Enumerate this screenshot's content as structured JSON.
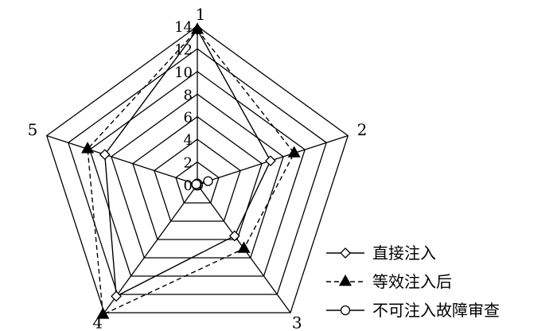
{
  "chart_data": {
    "type": "radar",
    "axes": [
      "1",
      "2",
      "3",
      "4",
      "5"
    ],
    "rlim": [
      0,
      14
    ],
    "ticks": [
      0,
      2,
      4,
      6,
      8,
      10,
      12,
      14
    ],
    "tick_labels": [
      "0",
      "2",
      "4",
      "6",
      "8",
      "10",
      "12",
      "14"
    ],
    "legend_position": "bottom-right",
    "series": [
      {
        "name": "直接注入",
        "values": [
          13.7,
          6.8,
          5.6,
          12.2,
          8.6
        ],
        "line": "solid",
        "marker": "diamond-open"
      },
      {
        "name": "等效注入后",
        "values": [
          13.7,
          9.0,
          7.0,
          14.2,
          10.2
        ],
        "line": "dashed",
        "marker": "triangle-filled"
      },
      {
        "name": "不可注入故障审查",
        "values": [
          0.1,
          1.0,
          0.1,
          0.1,
          0.1
        ],
        "line": "solid",
        "marker": "circle-open"
      }
    ]
  }
}
